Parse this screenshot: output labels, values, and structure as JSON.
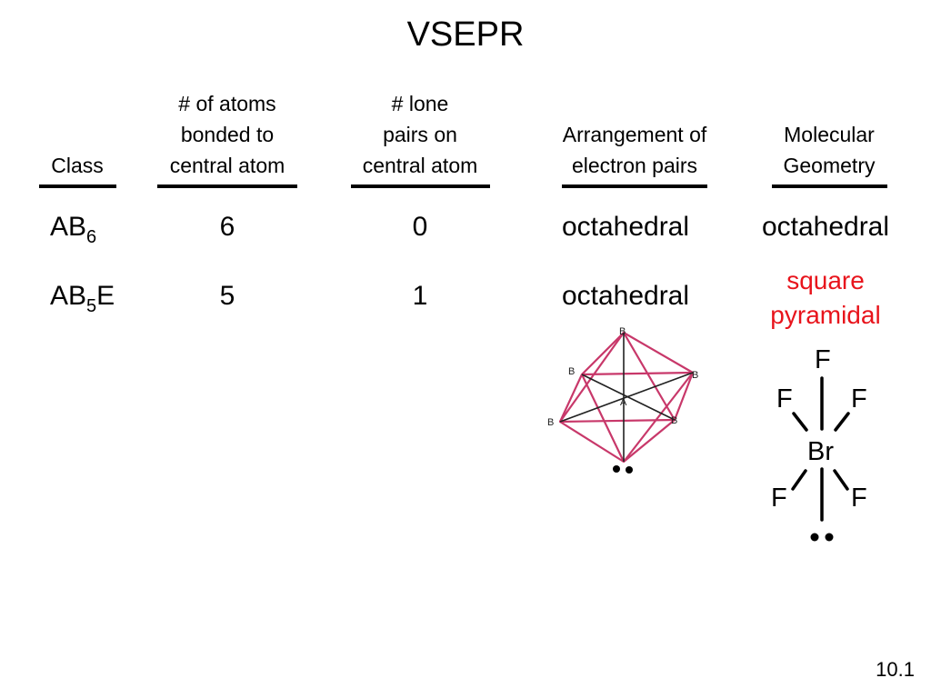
{
  "title": "VSEPR",
  "headers": {
    "class": "Class",
    "atoms_line1": "# of atoms",
    "atoms_line2": "bonded to",
    "atoms_line3": "central atom",
    "lone_line1": "# lone",
    "lone_line2": "pairs on",
    "lone_line3": "central atom",
    "arr_line1": "Arrangement of",
    "arr_line2": "electron pairs",
    "geo_line1": "Molecular",
    "geo_line2": "Geometry"
  },
  "rows": [
    {
      "class_base": "AB",
      "class_sub": "6",
      "class_suffix": "",
      "atoms": "6",
      "lone": "0",
      "arrangement": "octahedral",
      "geometry": "octahedral"
    },
    {
      "class_base": "AB",
      "class_sub": "5",
      "class_suffix": "E",
      "atoms": "5",
      "lone": "1",
      "arrangement": "octahedral",
      "geometry_line1": "square",
      "geometry_line2": "pyramidal"
    }
  ],
  "octahedron_labels": {
    "top": "B",
    "upper_left": "B",
    "upper_right": "B",
    "center": "A",
    "lower_left": "B",
    "lower_right": "B"
  },
  "brf5": {
    "top": "F",
    "upper_left": "F",
    "upper_right": "F",
    "center": "Br",
    "lower_left": "F",
    "lower_right": "F"
  },
  "page_number": "10.1",
  "colors": {
    "accent_red": "#e8141c",
    "octahedron_pink": "#c8386a",
    "text": "#000000"
  }
}
